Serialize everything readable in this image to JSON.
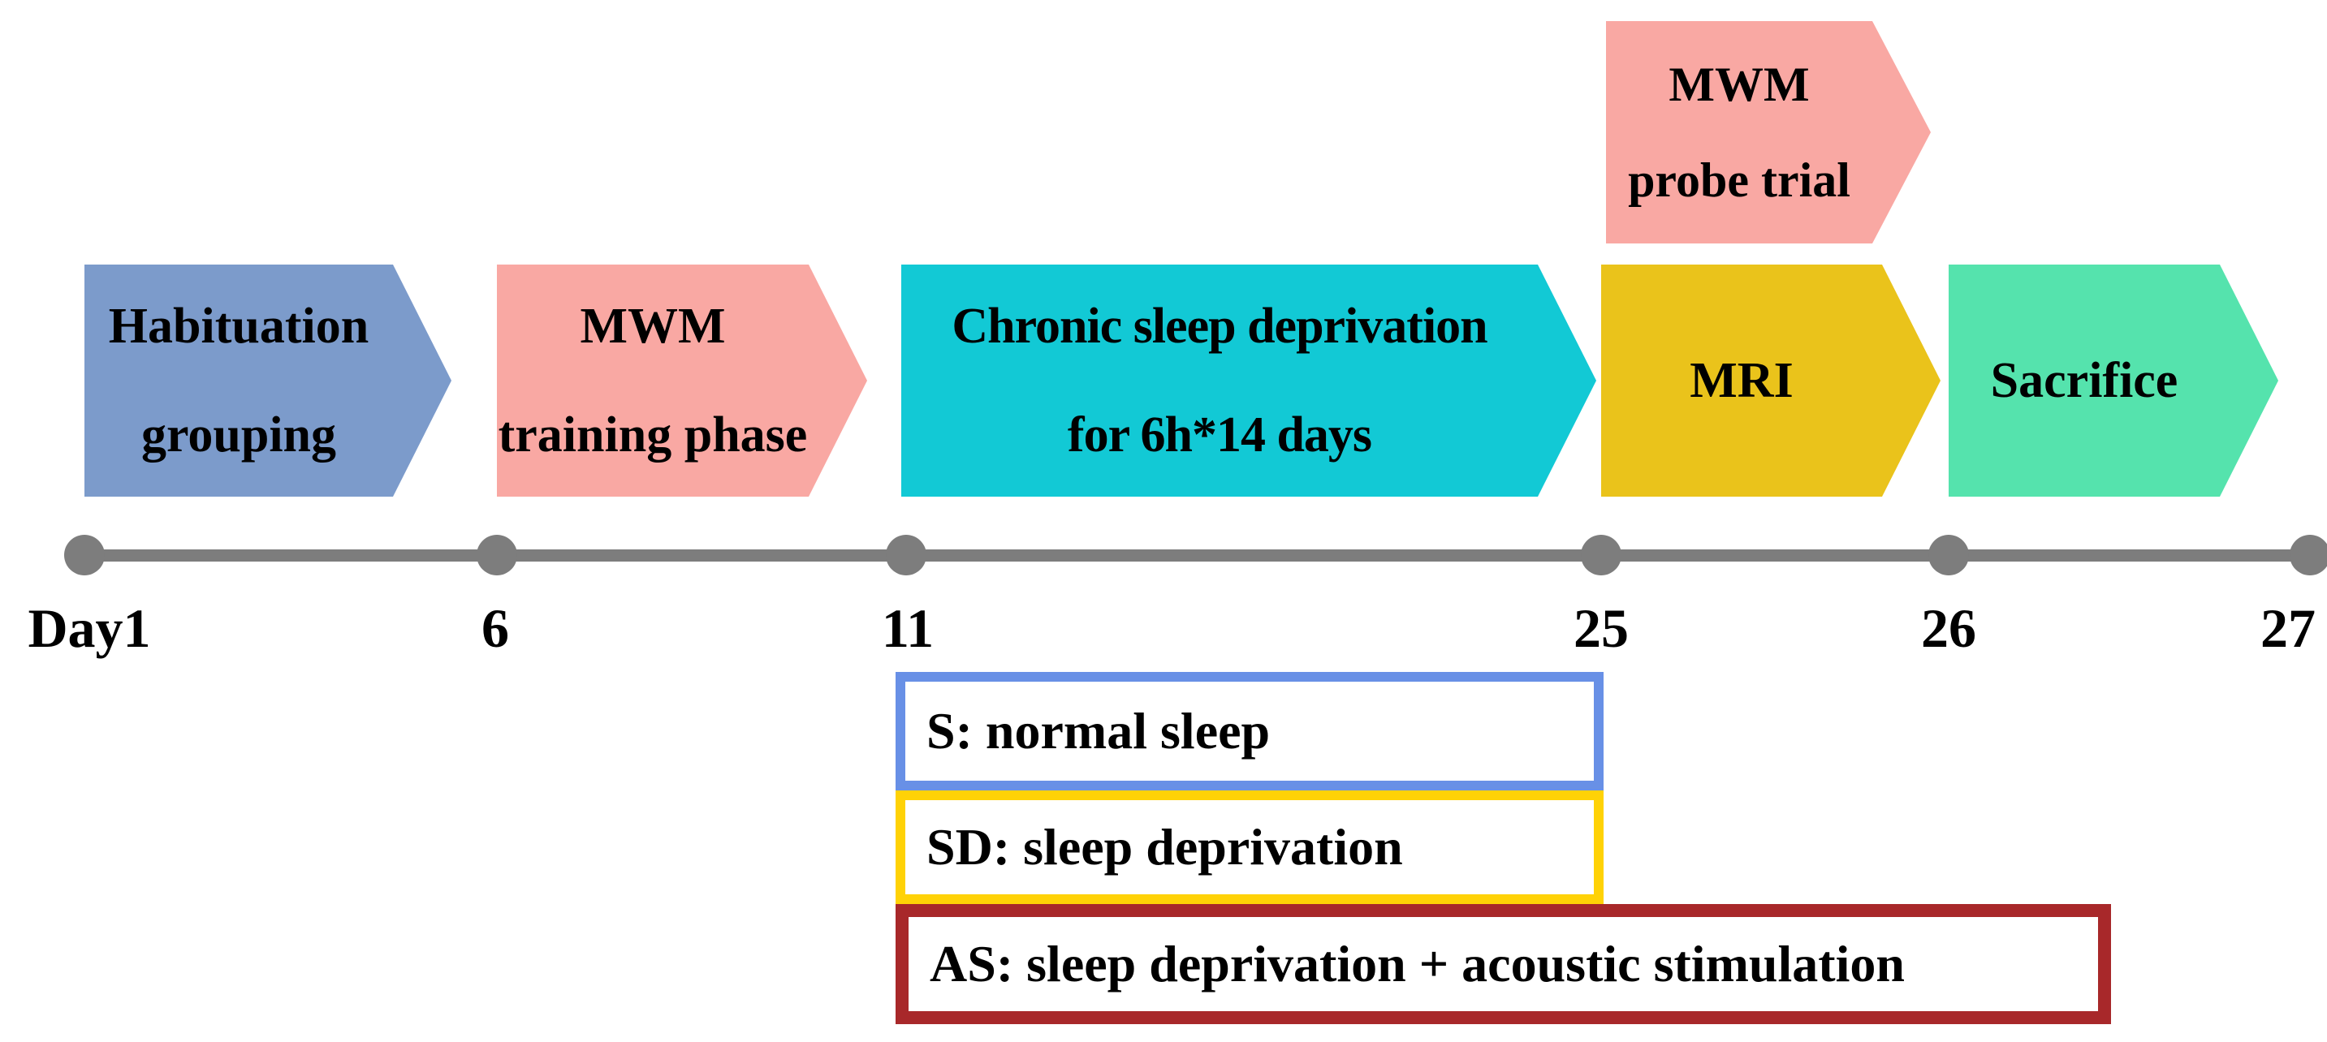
{
  "arrows": {
    "probe": {
      "line1": "MWM",
      "line2": "probe trial",
      "color": "#F9A8A3"
    },
    "habituation": {
      "line1": "Habituation",
      "line2": "grouping",
      "color": "#7C9BCB"
    },
    "mwm_training": {
      "line1": "MWM",
      "line2": "training phase",
      "color": "#F9A8A3"
    },
    "chronic_sd": {
      "line1": "Chronic sleep deprivation",
      "line2": "for 6h*14 days",
      "color": "#12C9D5"
    },
    "mri": {
      "line1": "MRI",
      "color": "#EAC31B"
    },
    "sacrifice": {
      "line1": "Sacrifice",
      "color": "#55E3AD"
    }
  },
  "timeline": {
    "color": "#7D7D7D",
    "ticks": [
      "Day1",
      "6",
      "11",
      "25",
      "26",
      "27"
    ]
  },
  "legend": {
    "items": [
      {
        "label": "S: normal sleep",
        "border_color": "#6890E6"
      },
      {
        "label": "SD: sleep deprivation",
        "border_color": "#FFD206"
      },
      {
        "label": "AS: sleep deprivation + acoustic stimulation",
        "border_color": "#A8282A"
      }
    ]
  }
}
